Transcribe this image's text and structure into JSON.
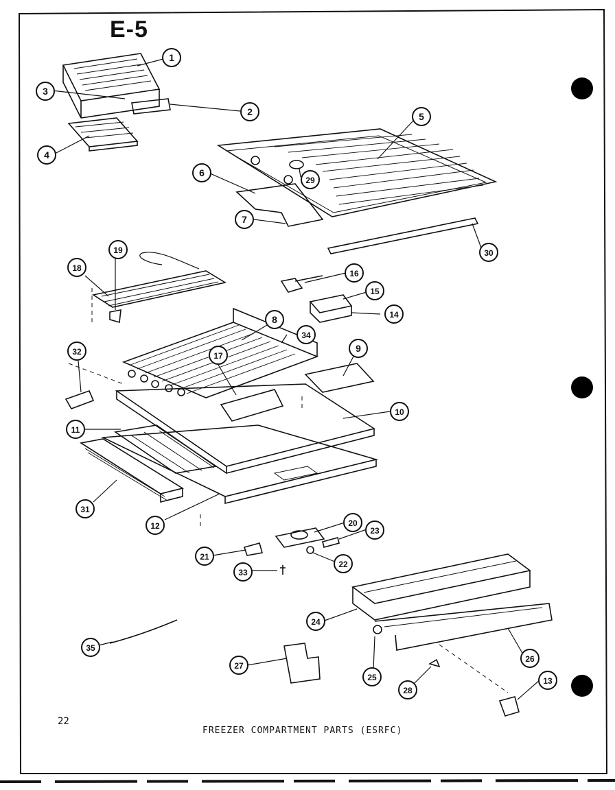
{
  "diagram": {
    "section_label": "E-5",
    "page_number": "22",
    "caption": "FREEZER COMPARTMENT PARTS (ESRFC)",
    "callouts": [
      "1",
      "2",
      "3",
      "4",
      "5",
      "6",
      "7",
      "8",
      "9",
      "10",
      "11",
      "12",
      "13",
      "14",
      "15",
      "16",
      "17",
      "18",
      "19",
      "20",
      "21",
      "22",
      "23",
      "24",
      "25",
      "26",
      "27",
      "28",
      "29",
      "30",
      "31",
      "32",
      "33",
      "34",
      "35"
    ]
  }
}
